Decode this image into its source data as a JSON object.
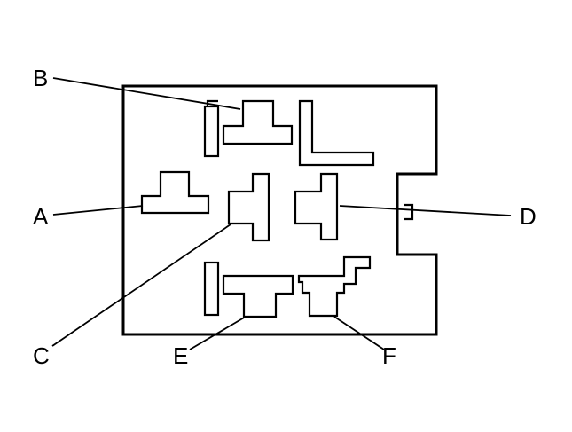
{
  "callouts": {
    "a": "A",
    "b": "B",
    "c": "C",
    "d": "D",
    "e": "E",
    "f": "F"
  }
}
